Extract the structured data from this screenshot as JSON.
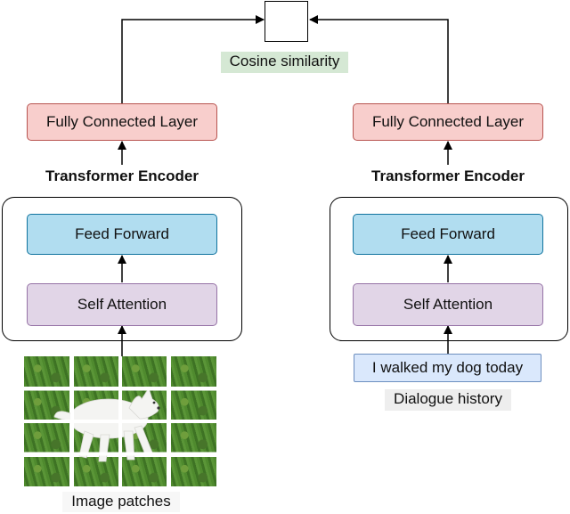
{
  "output": {
    "label": "Cosine similarity"
  },
  "left_branch": {
    "fc_label": "Fully Connected Layer",
    "encoder_title": "Transformer Encoder",
    "ff_label": "Feed Forward",
    "sa_label": "Self Attention",
    "input_caption": "Image patches"
  },
  "right_branch": {
    "fc_label": "Fully Connected Layer",
    "encoder_title": "Transformer Encoder",
    "ff_label": "Feed Forward",
    "sa_label": "Self Attention",
    "input_text": "I walked my dog today",
    "input_caption": "Dialogue history"
  },
  "colors": {
    "fc_fill": "#f8cecc",
    "ff_fill": "#b1ddf0",
    "sa_fill": "#e1d5e7",
    "cosine_fill": "#d5e8d4",
    "dialog_fill": "#dae8fc"
  }
}
